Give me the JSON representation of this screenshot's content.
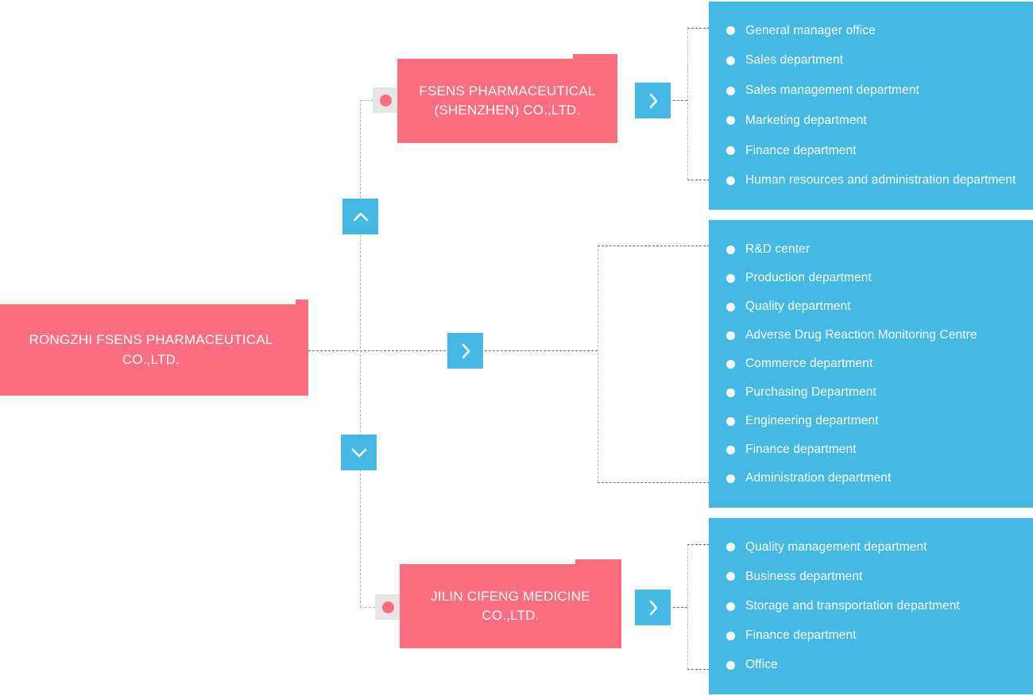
{
  "diagram": {
    "type": "organization-chart",
    "title": "RONGZHI FSENS PHARMACEUTICAL CO.,LTD. organizational structure",
    "colors": {
      "node_pink": "#fc6d80",
      "panel_blue": "#45b8e4",
      "connector_gray": "#b9b9b9",
      "connector_dark": "#6d6d6d",
      "collapse_marker_gray": "#e5e5e5",
      "text_white": "#ffffff"
    }
  },
  "root": {
    "name": "root-node",
    "label": "RONGZHI FSENS PHARMACEUTICAL\nCO.,LTD."
  },
  "toggles": {
    "up": {
      "icon": "chevron-up-icon",
      "label": ""
    },
    "down": {
      "icon": "chevron-down-icon",
      "label": ""
    },
    "right_root": {
      "icon": "chevron-right-icon",
      "label": ""
    },
    "right_shenzhen": {
      "icon": "chevron-right-icon",
      "label": ""
    },
    "right_jilin": {
      "icon": "chevron-right-icon",
      "label": ""
    }
  },
  "branches": [
    {
      "id": "shenzhen",
      "node_label": "FSENS PHARMACEUTICAL\n(SHENZHEN) CO.,LTD.",
      "collapse_marker": "collapsed-dot",
      "departments": [
        "General manager office",
        "Sales department",
        "Sales management department",
        "Marketing department",
        "Finance department",
        "Human resources and administration department"
      ]
    },
    {
      "id": "rongzhi-direct",
      "node_label": "",
      "collapse_marker": "",
      "departments": [
        "R&D center",
        "Production department",
        "Quality department",
        "Adverse Drug Reaction Monitoring Centre",
        "Commerce department",
        "Purchasing Department",
        "Engineering department",
        "Finance department",
        "Administration department"
      ]
    },
    {
      "id": "jilin",
      "node_label": "JILIN CIFENG MEDICINE\nCO.,LTD.",
      "collapse_marker": "collapsed-dot",
      "departments": [
        "Quality management department",
        "Business department",
        "Storage and transportation department",
        "Finance department",
        "Office"
      ]
    }
  ]
}
